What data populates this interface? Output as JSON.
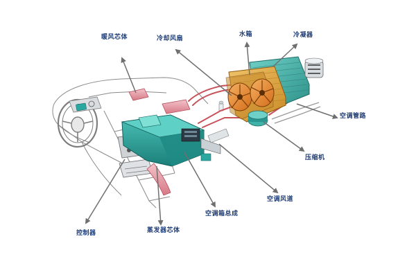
{
  "labels": {
    "heater_core": "暖风芯体",
    "cooling_fan": "冷却风扇",
    "radiator": "水箱",
    "condenser": "冷凝器",
    "ac_pipes": "空调管路",
    "compressor": "压缩机",
    "ac_duct": "空调风道",
    "ac_box_assembly": "空调箱总成",
    "evaporator_core": "蒸发器芯体",
    "controller": "控制器"
  },
  "colors": {
    "label_text": "#1f3e78",
    "leader_line": "#6f6f6f",
    "hvac_box": "#2aa8a0",
    "hvac_box_dark": "#17706c",
    "dashboard_line": "#7a7a7a",
    "duct_pink": "#e9a3ad",
    "duct_red": "#d15b6a",
    "radiator_gold": "#e2a63a",
    "condenser_teal": "#3fb3a8",
    "fan_orange": "#e88a2d",
    "pipe_red": "#c9515a"
  }
}
